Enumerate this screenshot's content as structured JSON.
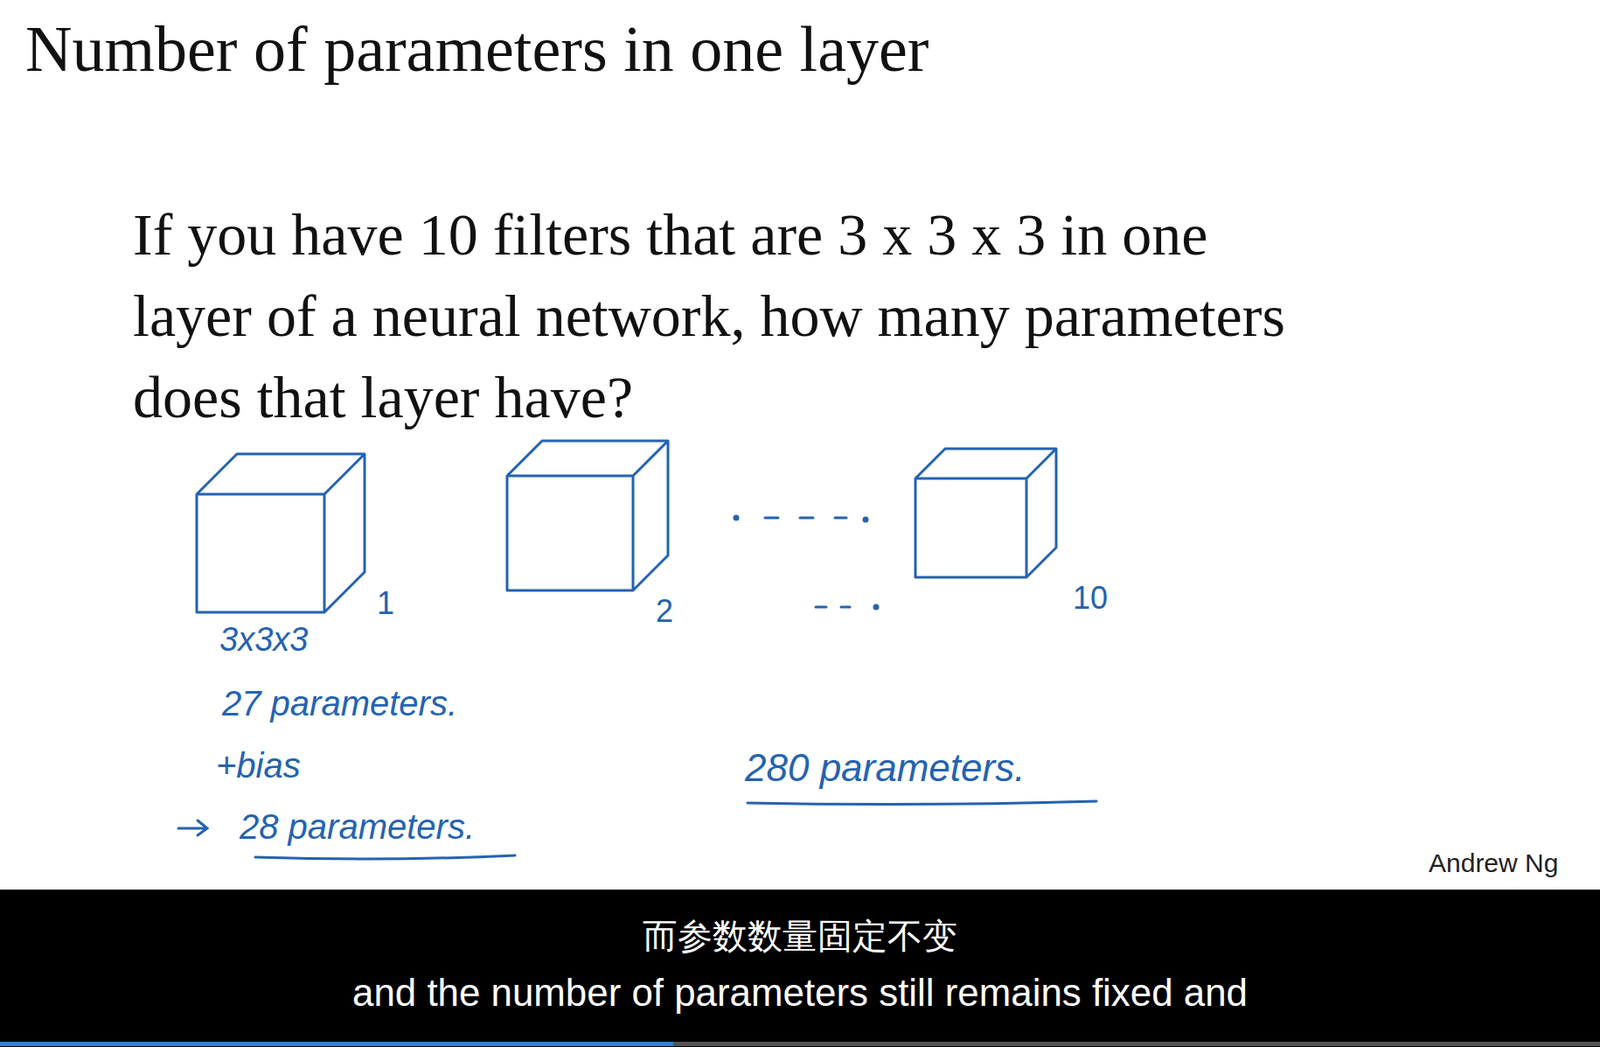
{
  "diagram": {
    "title": "Number of parameters in one layer",
    "nodes": [
      {
        "text": [
          "1"
        ]
      },
      {
        "text": [
          "2"
        ]
      },
      {
        "text": [
          "10"
        ]
      }
    ],
    "labels": [
      "If you have 10 filters that are 3 x 3 x 3 in one layer of a neural network, how many parameters does that layer have?",
      "3x3x3",
      "27 parameters.",
      "+bias",
      "28 parameters.",
      "280 parameters.",
      "Andrew Ng",
      "而参数数量固定不变",
      "and the number of parameters still remains fixed and"
    ]
  }
}
